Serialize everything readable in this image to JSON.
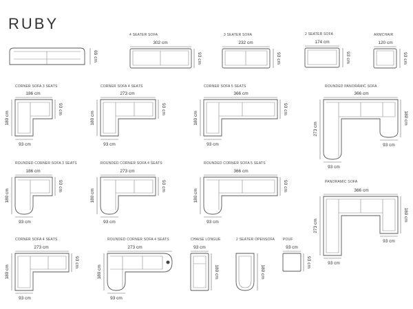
{
  "brand": "RUBY",
  "labels": {
    "s4": "4 SEATER SOFA",
    "s3": "3 SEATER SOFA",
    "s2": "2 SEATER SOFA",
    "arm": "ARMCHAIR",
    "c3": "CORNER SOFA 3 SEATS",
    "c4": "CORNER SOFA 4 SEATS",
    "c5": "CORNER SOFA 5 SEATS",
    "rp": "ROUNDED PANORAMIC SOFA",
    "rc3": "ROUNDED CORNER SOFA 3 SEATS",
    "rc4": "ROUNDED CORNER SOFA 4 SEATS",
    "rc5": "ROUNDED CORNER SOFA 5 SEATS",
    "pan": "PANORAMIC SOFA",
    "c4b": "CORNER SOFA 4 SEATS",
    "rc4b": "ROUNDED CORNER SOFA 4 SEATS",
    "chaise": "CHAISE LONGUE",
    "open2": "2 SEATER OPENSOFA",
    "pouf": "POUF"
  },
  "dims": {
    "h69": "69 cm",
    "w302": "302 cm",
    "h93a": "93 cm",
    "w232": "232 cm",
    "h93b": "93 cm",
    "w174": "174 cm",
    "h93c": "93 cm",
    "w120": "120 cm",
    "h93d": "93 cm",
    "c3w": "186 cm",
    "c3h": "93 cm",
    "c3v": "180 cm",
    "c3b": "93 cm",
    "c4w": "273 cm",
    "c4h": "93 cm",
    "c4v": "180 cm",
    "c4b": "93 cm",
    "c5w": "366 cm",
    "c5h": "93 cm",
    "c5v": "180 cm",
    "c5b": "93 cm",
    "rpw": "366 cm",
    "rph": "180 cm",
    "rpv": "273 cm",
    "rpb": "93 cm",
    "rpb2": "93 cm",
    "rc3w": "186 cm",
    "rc3h": "93 cm",
    "rc3v": "180 cm",
    "rc3b": "93 cm",
    "rc4w": "273 cm",
    "rc4h": "93 cm",
    "rc4v": "180 cm",
    "rc4b": "93 cm",
    "rc5w": "366 cm",
    "rc5h": "93 cm",
    "rc5v": "180 cm",
    "rc5b": "93 cm",
    "panw": "366 cm",
    "panh": "180 cm",
    "panv": "273 cm",
    "panb": "93 cm",
    "panb2": "93 cm",
    "c4bw": "273 cm",
    "c4bh": "93 cm",
    "c4bv": "180 cm",
    "c4bb": "93 cm",
    "rc4bw": "273 cm",
    "rc4bv": "180 cm",
    "rc4bb": "93 cm",
    "chw": "93 cm",
    "chv": "180 cm",
    "o2v": "180 cm",
    "pw": "93 cm",
    "ph": "93 cm"
  }
}
